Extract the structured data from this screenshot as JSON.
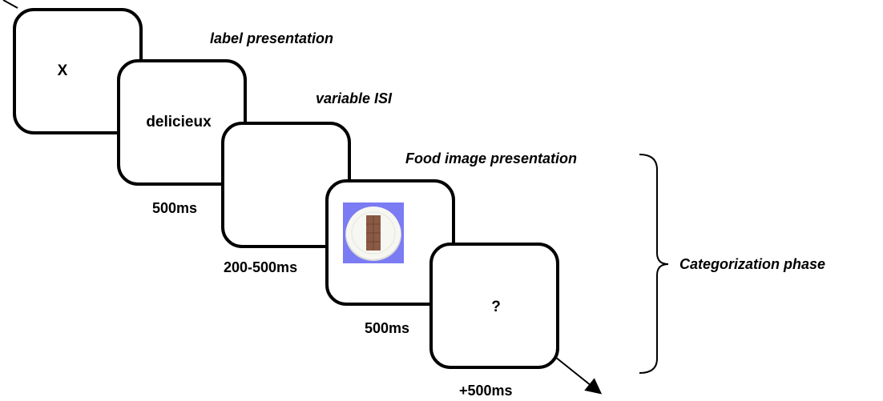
{
  "screens": [
    {
      "content": "X"
    },
    {
      "content": "delicieux"
    },
    {
      "content": ""
    },
    {
      "content": "food-image",
      "image": "chocolate-bar-on-plate"
    },
    {
      "content": "?"
    }
  ],
  "durations": [
    "500ms",
    "200-500ms",
    "500ms",
    "+500ms"
  ],
  "phase_labels": {
    "label": "label presentation",
    "isi": "variable ISI",
    "food": "Food image presentation",
    "categorization": "Categorization phase"
  },
  "colors": {
    "image_background": "#7b7bf3",
    "plate": "#f7f7f2",
    "chocolate": "#8a5a44"
  }
}
